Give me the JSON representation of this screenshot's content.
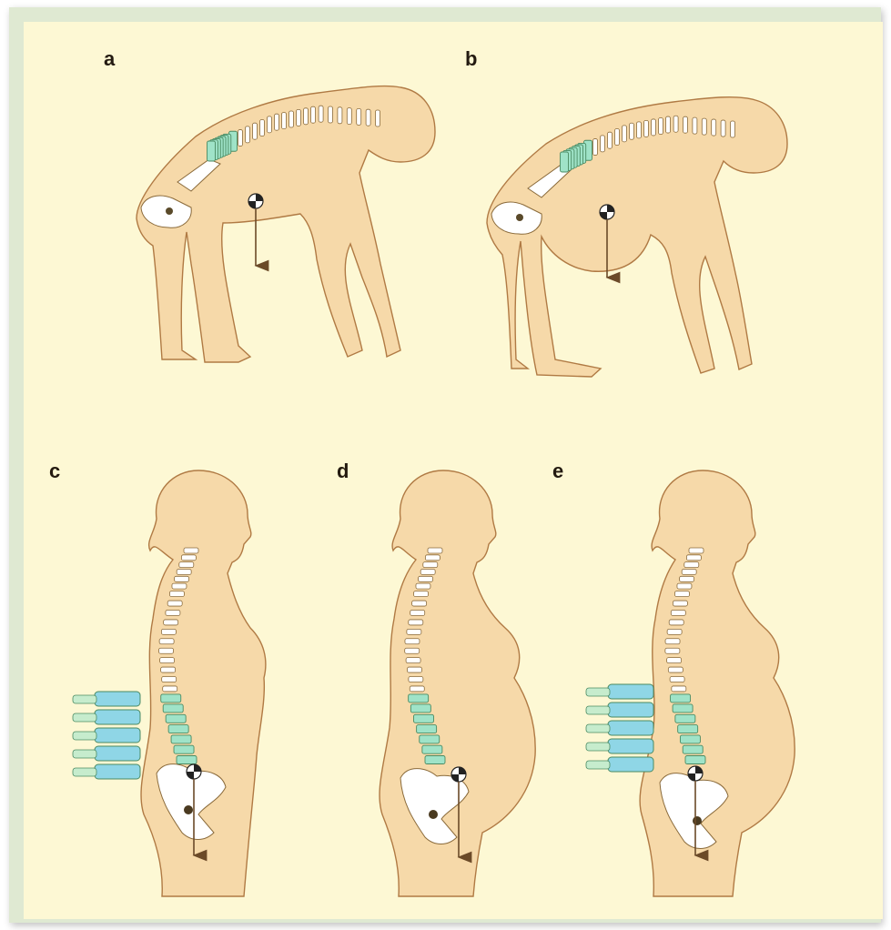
{
  "panels": [
    {
      "id": "a",
      "label": "a"
    },
    {
      "id": "b",
      "label": "b"
    },
    {
      "id": "c",
      "label": "c"
    },
    {
      "id": "d",
      "label": "d"
    },
    {
      "id": "e",
      "label": "e"
    }
  ],
  "colors": {
    "background": "#fdf8d4",
    "frame": "#dfe9d2",
    "skin": "#f6d9a9",
    "skin_outline": "#b07a44",
    "lumbar_vertebrae": "#9fe3c8",
    "vertebra_closeup": "#8fd6e6",
    "bone": "#ffffff"
  }
}
